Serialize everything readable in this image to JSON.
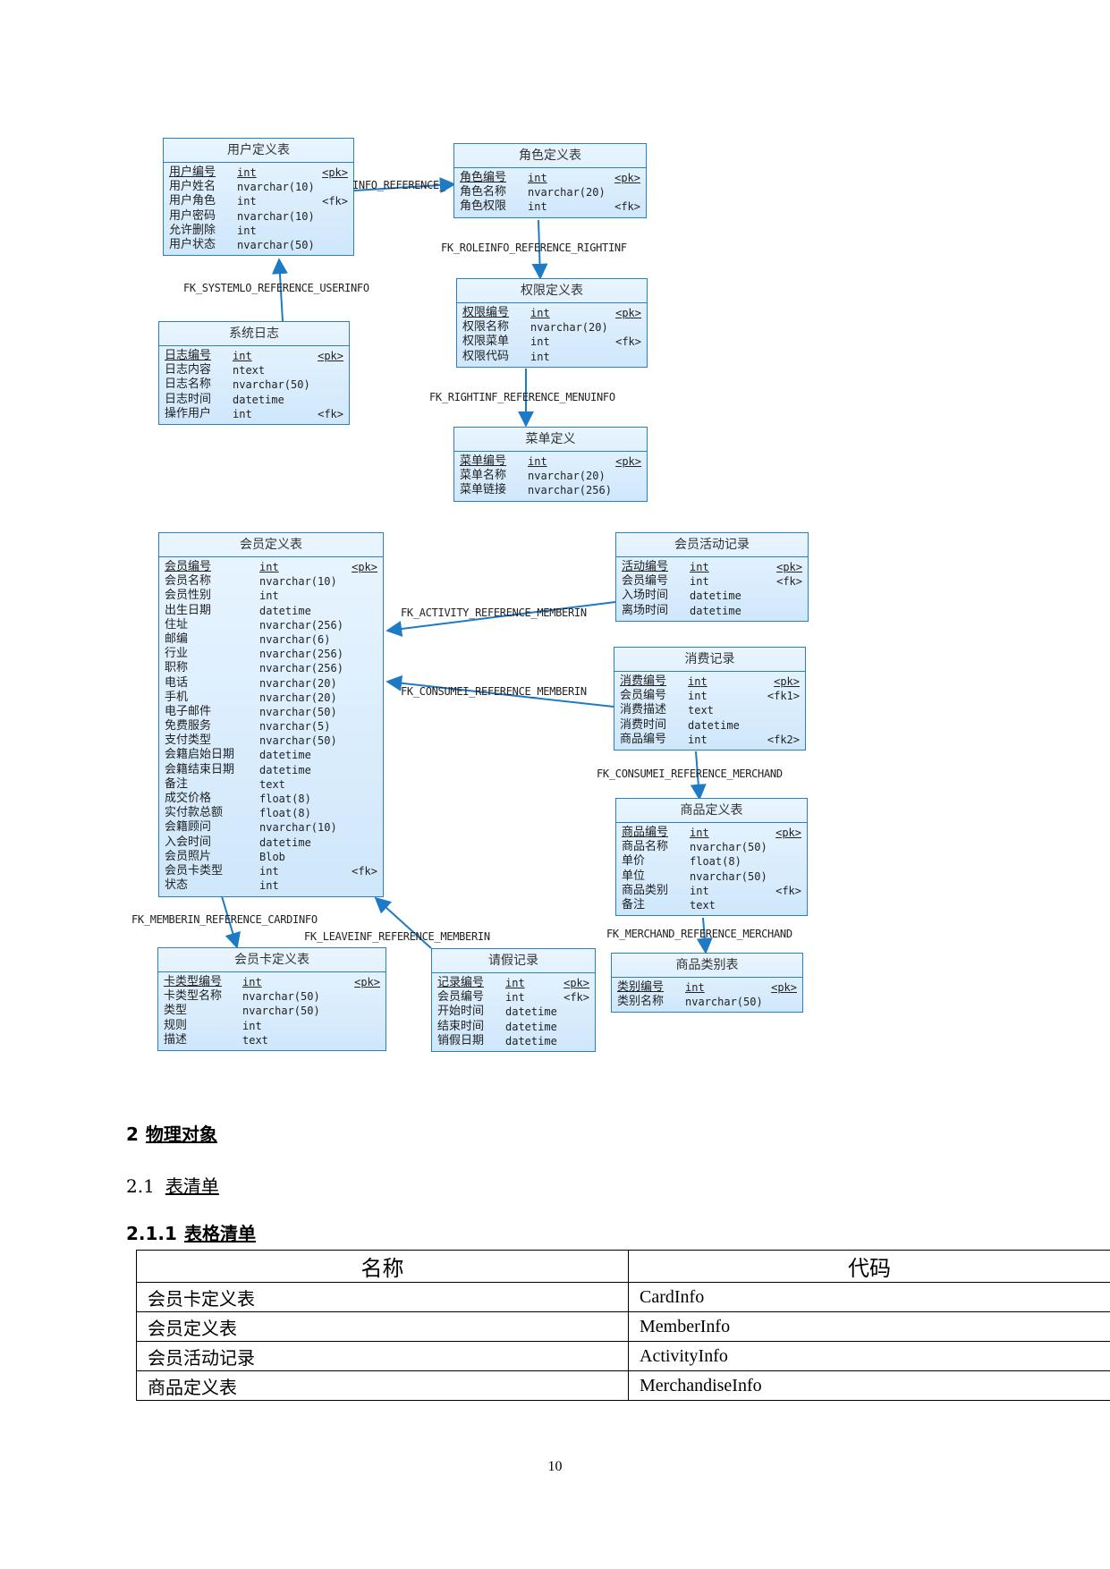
{
  "entities": [
    {
      "id": "user",
      "title": "用户定义表",
      "attrs": [
        {
          "name": "用户编号",
          "type": "int",
          "key": "<pk>"
        },
        {
          "name": "用户姓名",
          "type": "nvarchar(10)",
          "key": ""
        },
        {
          "name": "用户角色",
          "type": "int",
          "key": "<fk>"
        },
        {
          "name": "用户密码",
          "type": "nvarchar(10)",
          "key": ""
        },
        {
          "name": "允许删除",
          "type": "int",
          "key": ""
        },
        {
          "name": "用户状态",
          "type": "nvarchar(50)",
          "key": ""
        }
      ]
    },
    {
      "id": "role",
      "title": "角色定义表",
      "attrs": [
        {
          "name": "角色编号",
          "type": "int",
          "key": "<pk>"
        },
        {
          "name": "角色名称",
          "type": "nvarchar(20)",
          "key": ""
        },
        {
          "name": "角色权限",
          "type": "int",
          "key": "<fk>"
        }
      ]
    },
    {
      "id": "syslog",
      "title": "系统日志",
      "attrs": [
        {
          "name": "日志编号",
          "type": "int",
          "key": "<pk>"
        },
        {
          "name": "日志内容",
          "type": "ntext",
          "key": ""
        },
        {
          "name": "日志名称",
          "type": "nvarchar(50)",
          "key": ""
        },
        {
          "name": "日志时间",
          "type": "datetime",
          "key": ""
        },
        {
          "name": "操作用户",
          "type": "int",
          "key": "<fk>"
        }
      ]
    },
    {
      "id": "right",
      "title": "权限定义表",
      "attrs": [
        {
          "name": "权限编号",
          "type": "int",
          "key": "<pk>"
        },
        {
          "name": "权限名称",
          "type": "nvarchar(20)",
          "key": ""
        },
        {
          "name": "权限菜单",
          "type": "int",
          "key": "<fk>"
        },
        {
          "name": "权限代码",
          "type": "int",
          "key": ""
        }
      ]
    },
    {
      "id": "menu",
      "title": "菜单定义",
      "attrs": [
        {
          "name": "菜单编号",
          "type": "int",
          "key": "<pk>"
        },
        {
          "name": "菜单名称",
          "type": "nvarchar(20)",
          "key": ""
        },
        {
          "name": "菜单链接",
          "type": "nvarchar(256)",
          "key": ""
        }
      ]
    },
    {
      "id": "member",
      "title": "会员定义表",
      "attrs": [
        {
          "name": "会员编号",
          "type": "int",
          "key": "<pk>"
        },
        {
          "name": "会员名称",
          "type": "nvarchar(10)",
          "key": ""
        },
        {
          "name": "会员性别",
          "type": "int",
          "key": ""
        },
        {
          "name": "出生日期",
          "type": "datetime",
          "key": ""
        },
        {
          "name": "住址",
          "type": "nvarchar(256)",
          "key": ""
        },
        {
          "name": "邮编",
          "type": "nvarchar(6)",
          "key": ""
        },
        {
          "name": "行业",
          "type": "nvarchar(256)",
          "key": ""
        },
        {
          "name": "职称",
          "type": "nvarchar(256)",
          "key": ""
        },
        {
          "name": "电话",
          "type": "nvarchar(20)",
          "key": ""
        },
        {
          "name": "手机",
          "type": "nvarchar(20)",
          "key": ""
        },
        {
          "name": "电子邮件",
          "type": "nvarchar(50)",
          "key": ""
        },
        {
          "name": "免费服务",
          "type": "nvarchar(5)",
          "key": ""
        },
        {
          "name": "支付类型",
          "type": "nvarchar(50)",
          "key": ""
        },
        {
          "name": "会籍启始日期",
          "type": "datetime",
          "key": ""
        },
        {
          "name": "会籍结束日期",
          "type": "datetime",
          "key": ""
        },
        {
          "name": "备注",
          "type": "text",
          "key": ""
        },
        {
          "name": "成交价格",
          "type": "float(8)",
          "key": ""
        },
        {
          "name": "实付款总额",
          "type": "float(8)",
          "key": ""
        },
        {
          "name": "会籍顾问",
          "type": "nvarchar(10)",
          "key": ""
        },
        {
          "name": "入会时间",
          "type": "datetime",
          "key": ""
        },
        {
          "name": "会员照片",
          "type": "Blob",
          "key": ""
        },
        {
          "name": "会员卡类型",
          "type": "int",
          "key": "<fk>"
        },
        {
          "name": "状态",
          "type": "int",
          "key": ""
        }
      ]
    },
    {
      "id": "activity",
      "title": "会员活动记录",
      "attrs": [
        {
          "name": "活动编号",
          "type": "int",
          "key": "<pk>"
        },
        {
          "name": "会员编号",
          "type": "int",
          "key": "<fk>"
        },
        {
          "name": "入场时间",
          "type": "datetime",
          "key": ""
        },
        {
          "name": "离场时间",
          "type": "datetime",
          "key": ""
        }
      ]
    },
    {
      "id": "consume",
      "title": "消费记录",
      "attrs": [
        {
          "name": "消费编号",
          "type": "int",
          "key": "<pk>"
        },
        {
          "name": "会员编号",
          "type": "int",
          "key": "<fk1>"
        },
        {
          "name": "消费描述",
          "type": "text",
          "key": ""
        },
        {
          "name": "消费时间",
          "type": "datetime",
          "key": ""
        },
        {
          "name": "商品编号",
          "type": "int",
          "key": "<fk2>"
        }
      ]
    },
    {
      "id": "merch",
      "title": "商品定义表",
      "attrs": [
        {
          "name": "商品编号",
          "type": "int",
          "key": "<pk>"
        },
        {
          "name": "商品名称",
          "type": "nvarchar(50)",
          "key": ""
        },
        {
          "name": "单价",
          "type": "float(8)",
          "key": ""
        },
        {
          "name": "单位",
          "type": "nvarchar(50)",
          "key": ""
        },
        {
          "name": "商品类别",
          "type": "int",
          "key": "<fk>"
        },
        {
          "name": "备注",
          "type": "text",
          "key": ""
        }
      ]
    },
    {
      "id": "card",
      "title": "会员卡定义表",
      "attrs": [
        {
          "name": "卡类型编号",
          "type": "int",
          "key": "<pk>"
        },
        {
          "name": "卡类型名称",
          "type": "nvarchar(50)",
          "key": ""
        },
        {
          "name": "类型",
          "type": "nvarchar(50)",
          "key": ""
        },
        {
          "name": "规则",
          "type": "int",
          "key": ""
        },
        {
          "name": "描述",
          "type": "text",
          "key": ""
        }
      ]
    },
    {
      "id": "leave",
      "title": "请假记录",
      "attrs": [
        {
          "name": "记录编号",
          "type": "int",
          "key": "<pk>"
        },
        {
          "name": "会员编号",
          "type": "int",
          "key": "<fk>"
        },
        {
          "name": "开始时间",
          "type": "datetime",
          "key": ""
        },
        {
          "name": "结束时间",
          "type": "datetime",
          "key": ""
        },
        {
          "name": "销假日期",
          "type": "datetime",
          "key": ""
        }
      ]
    },
    {
      "id": "category",
      "title": "商品类别表",
      "attrs": [
        {
          "name": "类别编号",
          "type": "int",
          "key": "<pk>"
        },
        {
          "name": "类别名称",
          "type": "nvarchar(50)",
          "key": ""
        }
      ]
    }
  ],
  "relationships": [
    {
      "id": "r_userinfo_role",
      "label": "INFO_REFERENCE_"
    },
    {
      "id": "r_syslog_user",
      "label": "FK_SYSTEMLO_REFERENCE_USERINFO"
    },
    {
      "id": "r_role_right",
      "label": "FK_ROLEINFO_REFERENCE_RIGHTINF"
    },
    {
      "id": "r_right_menu",
      "label": "FK_RIGHTINF_REFERENCE_MENUINFO"
    },
    {
      "id": "r_activity_member",
      "label": "FK_ACTIVITY_REFERENCE_MEMBERIN"
    },
    {
      "id": "r_consume_member",
      "label": "FK_CONSUMEI_REFERENCE_MEMBERIN"
    },
    {
      "id": "r_consume_merch",
      "label": "FK_CONSUMEI_REFERENCE_MERCHAND"
    },
    {
      "id": "r_member_card",
      "label": "FK_MEMBERIN_REFERENCE_CARDINFO"
    },
    {
      "id": "r_leave_member",
      "label": "FK_LEAVEINF_REFERENCE_MEMBERIN"
    },
    {
      "id": "r_merch_category",
      "label": "FK_MERCHAND_REFERENCE_MERCHAND"
    }
  ],
  "heading2": {
    "num": "2",
    "text": "物理对象"
  },
  "heading3": {
    "num": "2.1",
    "text": "表清单"
  },
  "heading4": {
    "num": "2.1.1",
    "text": "表格清单"
  },
  "table": {
    "headers": [
      "名称",
      "代码"
    ],
    "rows": [
      [
        "会员卡定义表",
        "CardInfo"
      ],
      [
        "会员定义表",
        "MemberInfo"
      ],
      [
        "会员活动记录",
        "ActivityInfo"
      ],
      [
        "商品定义表",
        "MerchandiseInfo"
      ]
    ]
  },
  "page_number": "10",
  "colors": {
    "entity_border": "#2a7fc0",
    "link": "#1f7ac4"
  }
}
